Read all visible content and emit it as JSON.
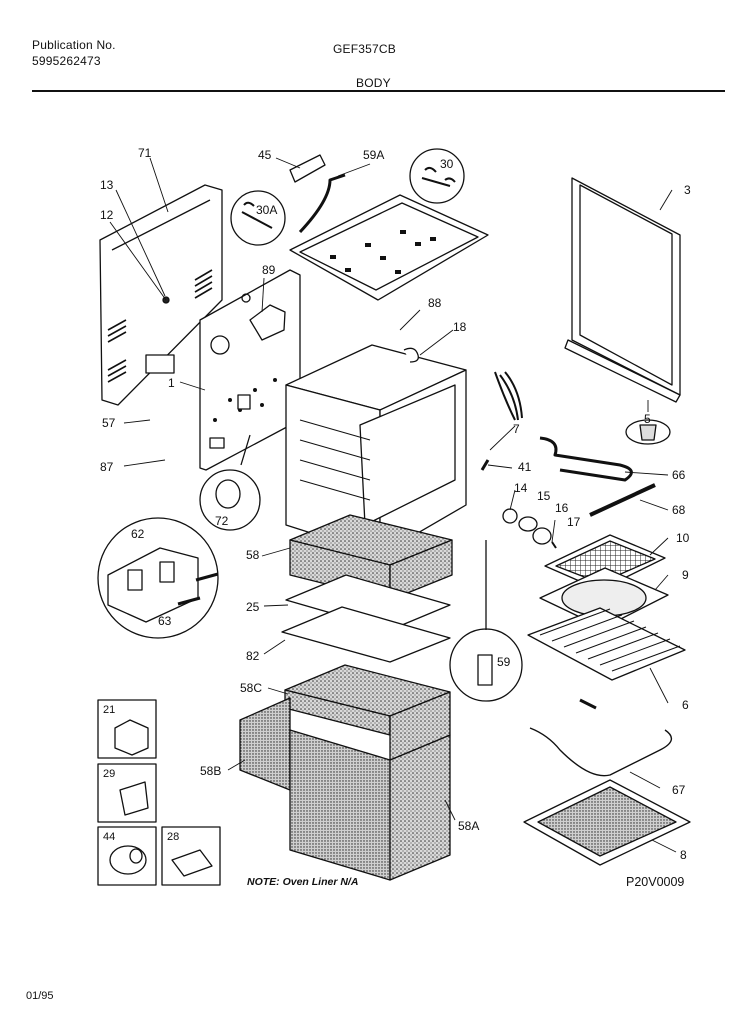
{
  "header": {
    "publication_label": "Publication No.",
    "publication_number": "5995262473",
    "model": "GEF357CB",
    "section": "BODY"
  },
  "parts": [
    {
      "id": "p71",
      "label": "71"
    },
    {
      "id": "p13",
      "label": "13"
    },
    {
      "id": "p12",
      "label": "12"
    },
    {
      "id": "p45",
      "label": "45"
    },
    {
      "id": "p59a",
      "label": "59A"
    },
    {
      "id": "p30",
      "label": "30"
    },
    {
      "id": "p30a",
      "label": "30A"
    },
    {
      "id": "p3",
      "label": "3"
    },
    {
      "id": "p89",
      "label": "89"
    },
    {
      "id": "p88",
      "label": "88"
    },
    {
      "id": "p18",
      "label": "18"
    },
    {
      "id": "p1",
      "label": "1"
    },
    {
      "id": "p5",
      "label": "5"
    },
    {
      "id": "p57",
      "label": "57"
    },
    {
      "id": "p7",
      "label": "7"
    },
    {
      "id": "p87",
      "label": "87"
    },
    {
      "id": "p41",
      "label": "41"
    },
    {
      "id": "p66",
      "label": "66"
    },
    {
      "id": "p14",
      "label": "14"
    },
    {
      "id": "p15",
      "label": "15"
    },
    {
      "id": "p16",
      "label": "16"
    },
    {
      "id": "p68",
      "label": "68"
    },
    {
      "id": "p72",
      "label": "72"
    },
    {
      "id": "p17",
      "label": "17"
    },
    {
      "id": "p62",
      "label": "62"
    },
    {
      "id": "p10",
      "label": "10"
    },
    {
      "id": "p58",
      "label": "58"
    },
    {
      "id": "p9",
      "label": "9"
    },
    {
      "id": "p25",
      "label": "25"
    },
    {
      "id": "p63",
      "label": "63"
    },
    {
      "id": "p82",
      "label": "82"
    },
    {
      "id": "p59",
      "label": "59"
    },
    {
      "id": "p6",
      "label": "6"
    },
    {
      "id": "p58c",
      "label": "58C"
    },
    {
      "id": "p21",
      "label": "21"
    },
    {
      "id": "p58b",
      "label": "58B"
    },
    {
      "id": "p29",
      "label": "29"
    },
    {
      "id": "p67",
      "label": "67"
    },
    {
      "id": "p58a",
      "label": "58A"
    },
    {
      "id": "p8",
      "label": "8"
    },
    {
      "id": "p44",
      "label": "44"
    },
    {
      "id": "p28",
      "label": "28"
    }
  ],
  "note": "NOTE: Oven Liner N/A",
  "diagram_code": "P20V0009",
  "date": "01/95"
}
